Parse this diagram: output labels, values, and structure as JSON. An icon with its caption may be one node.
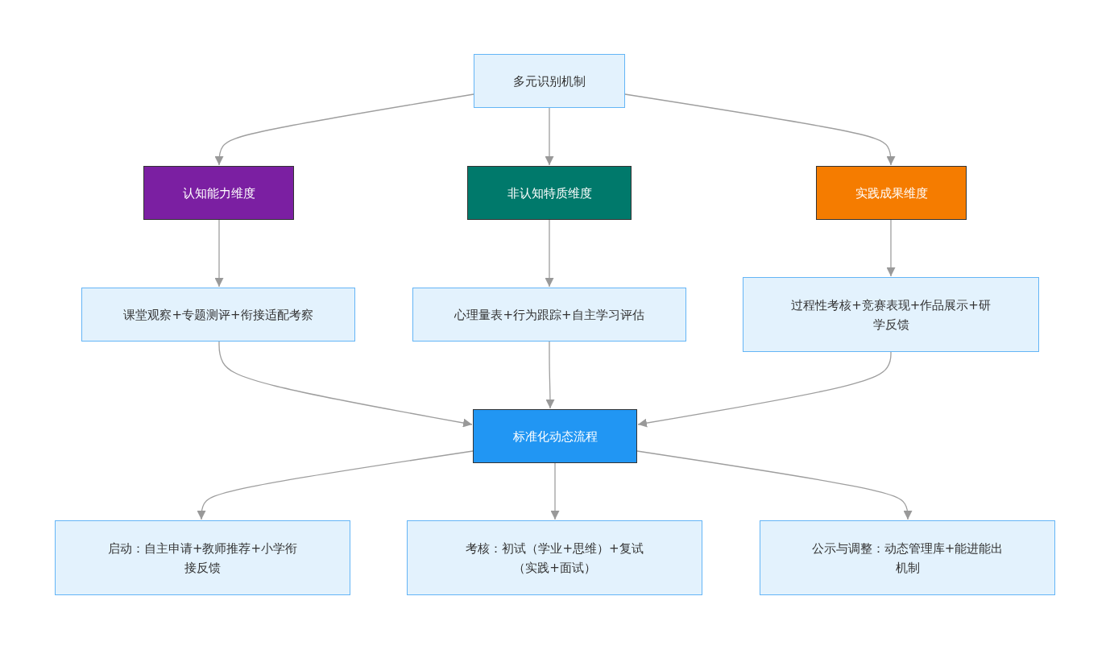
{
  "diagram": {
    "nodes": [
      {
        "text": [
          "多元识别机制"
        ]
      },
      {
        "text": [
          "认知能力维度"
        ]
      },
      {
        "text": [
          "非认知特质维度"
        ]
      },
      {
        "text": [
          "实践成果维度"
        ]
      },
      {
        "text": [
          "课堂观察+专题测评+衔接适配考察"
        ]
      },
      {
        "text": [
          "心理量表+行为跟踪+自主学习评估"
        ]
      },
      {
        "text": [
          "过程性考核+竞赛表现+作品展示+研学反馈"
        ]
      },
      {
        "text": [
          "标准化动态流程"
        ]
      },
      {
        "text": [
          "启动：自主申请+教师推荐+小学衔接反馈"
        ]
      },
      {
        "text": [
          "考核：初试（学业+思维）+复试（实践+面试）"
        ]
      },
      {
        "text": [
          "公示与调整：动态管理库+能进能出机制"
        ]
      }
    ],
    "edges": [
      {
        "from": 0,
        "to": 1,
        "arrow": "to"
      },
      {
        "from": 0,
        "to": 2,
        "arrow": "to"
      },
      {
        "from": 0,
        "to": 3,
        "arrow": "to"
      },
      {
        "from": 1,
        "to": 4,
        "arrow": "to"
      },
      {
        "from": 2,
        "to": 5,
        "arrow": "to"
      },
      {
        "from": 3,
        "to": 6,
        "arrow": "to"
      },
      {
        "from": 4,
        "to": 7,
        "arrow": "to"
      },
      {
        "from": 5,
        "to": 7,
        "arrow": "to"
      },
      {
        "from": 6,
        "to": 7,
        "arrow": "to"
      },
      {
        "from": 7,
        "to": 8,
        "arrow": "to"
      },
      {
        "from": 7,
        "to": 9,
        "arrow": "to"
      },
      {
        "from": 7,
        "to": 10,
        "arrow": "to"
      }
    ]
  }
}
